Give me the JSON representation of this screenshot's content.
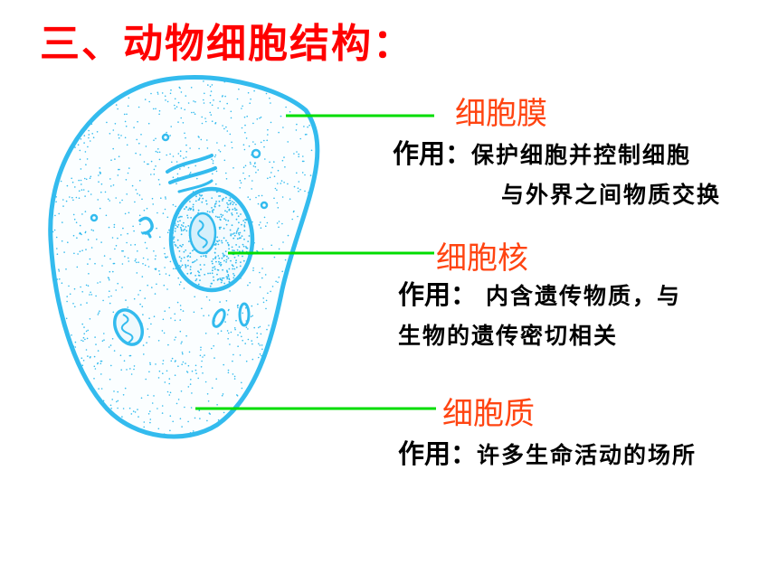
{
  "title": "三、动物细胞结构：",
  "colors": {
    "title": "#ff0000",
    "label": "#ff4411",
    "leader_line": "#00dd00",
    "cell_outline": "#33bbee",
    "function_text": "#000000"
  },
  "parts": [
    {
      "name": "细胞膜",
      "prefix": "作用：",
      "lines": [
        "保护细胞并控制细胞",
        "与外界之间物质交换"
      ]
    },
    {
      "name": "细胞核",
      "prefix": "作用：",
      "lines": [
        "内含遗传物质，与",
        "生物的遗传密切相关"
      ]
    },
    {
      "name": "细胞质",
      "prefix": "作用：",
      "lines": [
        "许多生命活动的场所"
      ]
    }
  ]
}
